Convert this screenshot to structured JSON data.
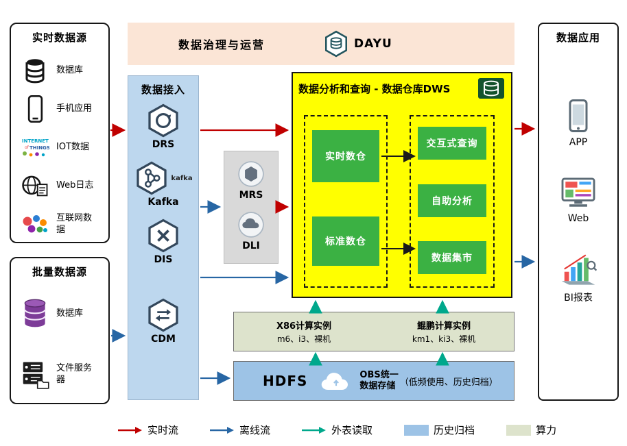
{
  "colors": {
    "realtime_flow": "#c00000",
    "offline_flow": "#2766a4",
    "external_read": "#00a88c",
    "archive": "#9dc3e6",
    "compute": "#dde3cc",
    "dws_bg": "#ffff00",
    "ingestion_bg": "#bdd7ee",
    "governance_bg": "#fbe5d6",
    "green_module": "#3bb143"
  },
  "realtime_sources": {
    "title": "实时数据源",
    "items": [
      {
        "label": "数据库",
        "icon": "database-icon"
      },
      {
        "label": "手机应用",
        "icon": "mobile-app-icon"
      },
      {
        "label": "IOT数据",
        "icon": "iot-icon"
      },
      {
        "label": "Web日志",
        "icon": "web-log-icon"
      },
      {
        "label": "互联网数据",
        "icon": "internet-data-icon"
      }
    ]
  },
  "batch_sources": {
    "title": "批量数据源",
    "items": [
      {
        "label": "数据库",
        "icon": "database-stack-icon"
      },
      {
        "label": "文件服务器",
        "icon": "file-server-icon"
      }
    ]
  },
  "governance": {
    "title": "数据治理与运营",
    "product": "DAYU"
  },
  "ingestion": {
    "title": "数据接入",
    "services": [
      {
        "label": "DRS"
      },
      {
        "label": "Kafka",
        "logo_text": "kafka"
      },
      {
        "label": "DIS"
      },
      {
        "label": "CDM"
      }
    ]
  },
  "middleware": {
    "services": [
      {
        "label": "MRS"
      },
      {
        "label": "DLI"
      }
    ]
  },
  "dws": {
    "title": "数据分析和查询 - 数据仓库DWS",
    "warehouse_modules": [
      "实时数仓",
      "标准数仓"
    ],
    "analysis_modules": [
      "交互式查询",
      "自助分析",
      "数据集市"
    ]
  },
  "compute": {
    "x86": {
      "title": "X86计算实例",
      "spec": "m6、i3、裸机"
    },
    "kunpeng": {
      "title": "鲲鹏计算实例",
      "spec": "km1、ki3、裸机"
    }
  },
  "storage": {
    "hdfs": "HDFS",
    "obs_line1": "OBS统一",
    "obs_line2": "数据存储",
    "note": "（低频使用、历史归档）"
  },
  "applications": {
    "title": "数据应用",
    "items": [
      {
        "label": "APP",
        "icon": "app-icon"
      },
      {
        "label": "Web",
        "icon": "web-icon"
      },
      {
        "label": "BI报表",
        "icon": "bi-report-icon"
      }
    ]
  },
  "legend": {
    "items": [
      {
        "label": "实时流",
        "type": "arrow-red"
      },
      {
        "label": "离线流",
        "type": "arrow-blue"
      },
      {
        "label": "外表读取",
        "type": "arrow-teal"
      },
      {
        "label": "历史归档",
        "type": "swatch-archive"
      },
      {
        "label": "算力",
        "type": "swatch-compute"
      }
    ]
  }
}
